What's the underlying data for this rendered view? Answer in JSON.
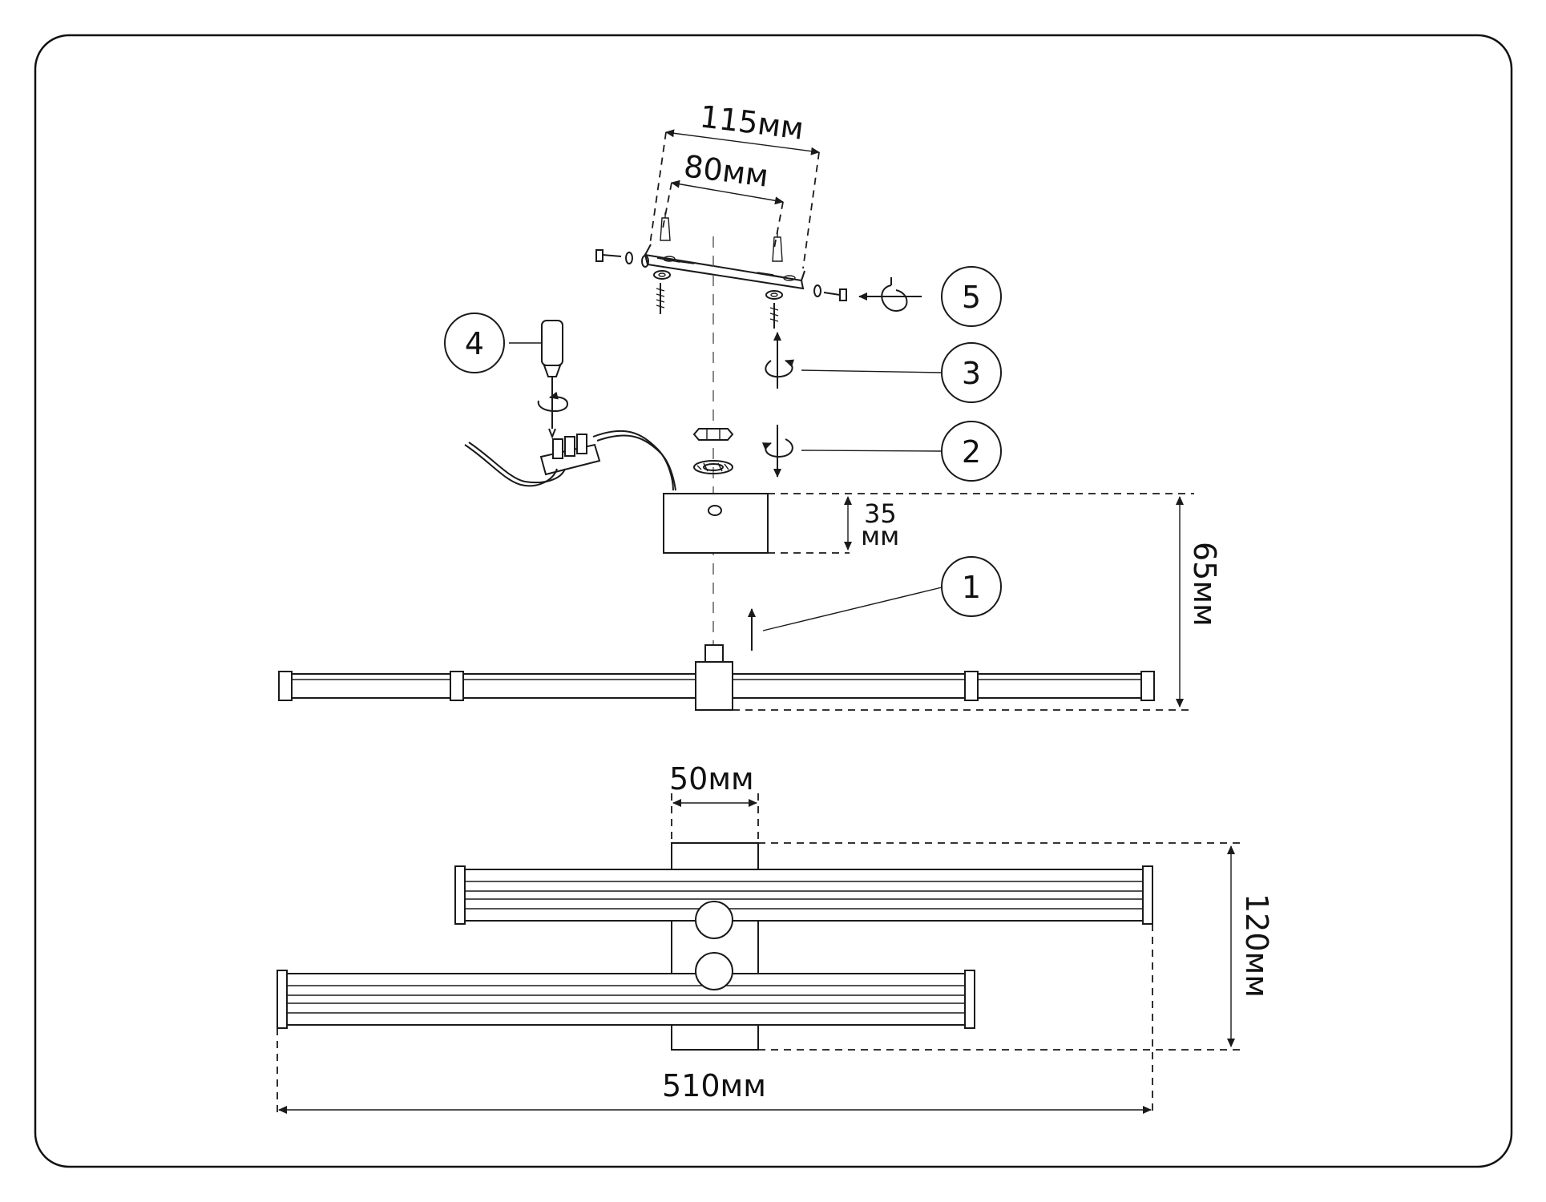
{
  "dimensions": {
    "bracket_outer": "115мм",
    "bracket_inner": "80мм",
    "base_height_top": "35",
    "base_height_bottom": "мм",
    "total_height": "65мм",
    "base_width": "50мм",
    "depth": "120мм",
    "length": "510мм"
  },
  "steps": [
    {
      "number": "1"
    },
    {
      "number": "2"
    },
    {
      "number": "3"
    },
    {
      "number": "4"
    },
    {
      "number": "5"
    }
  ]
}
